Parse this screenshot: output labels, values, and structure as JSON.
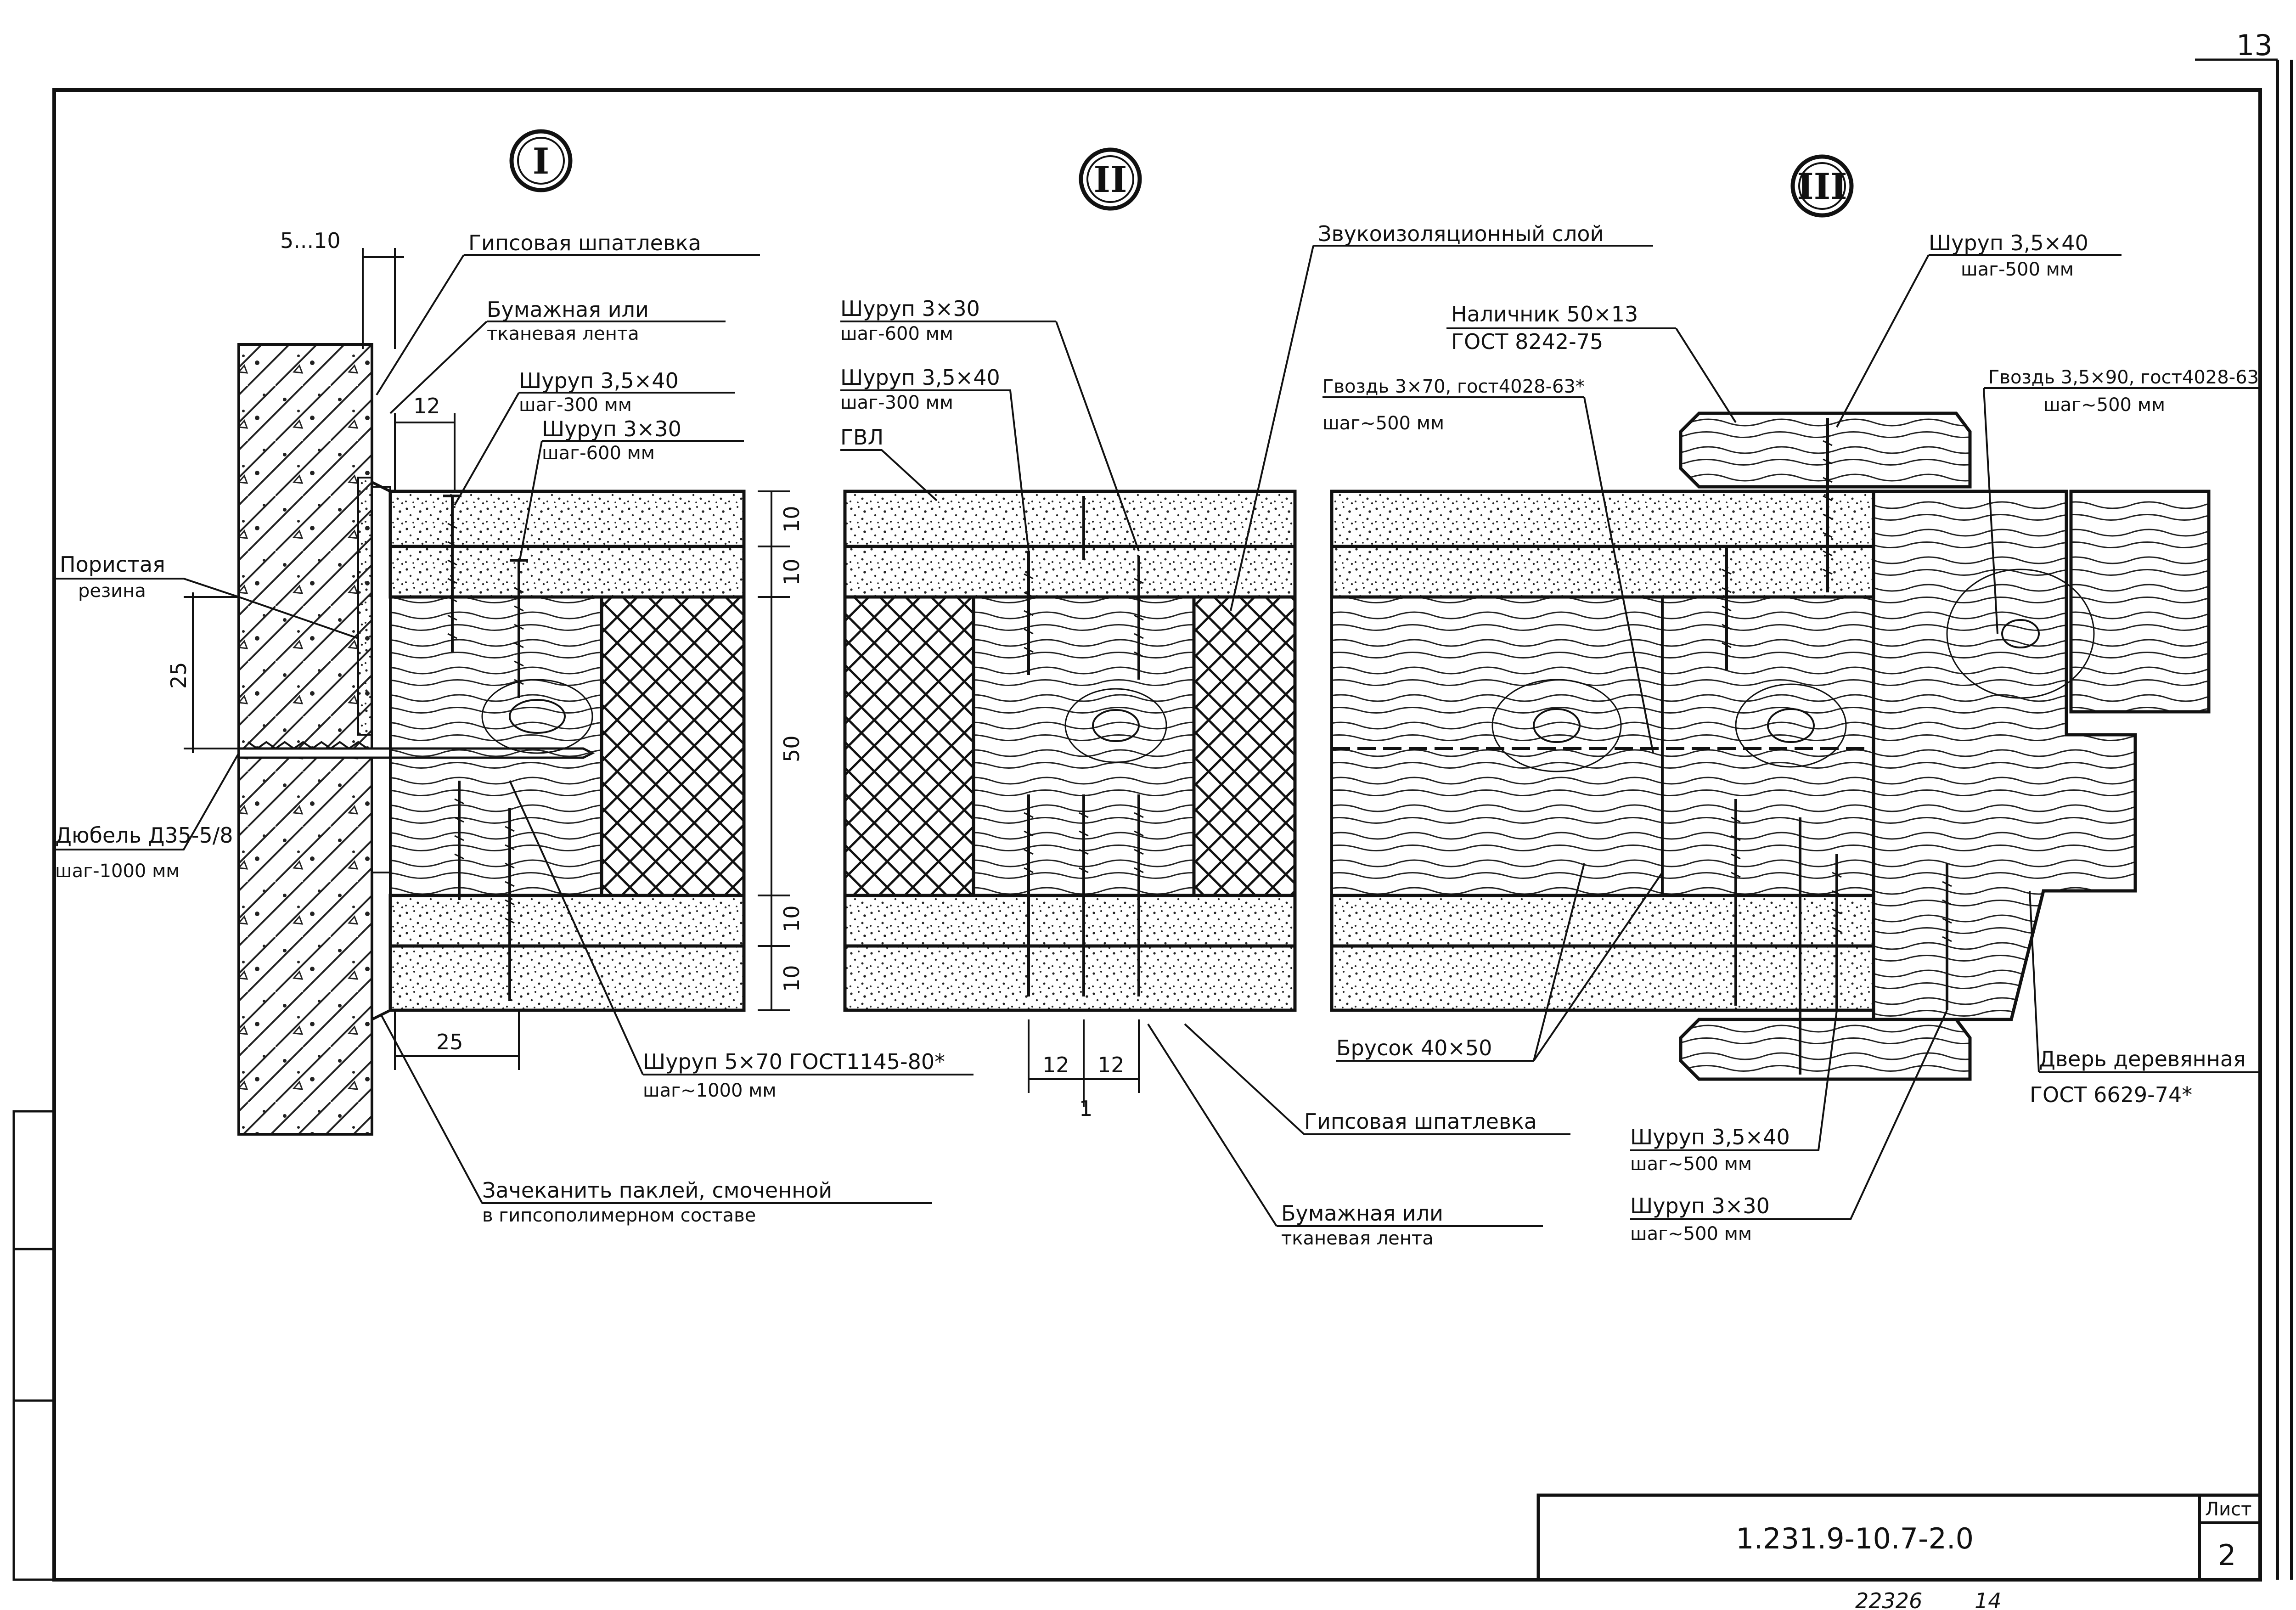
{
  "sheet": {
    "page_number": "13",
    "code": "1.231.9-10.7-2.0",
    "list_label": "Лист",
    "list_number": "2",
    "footer_inventory": "22326",
    "footer_extra": "14"
  },
  "sections": [
    {
      "mark": "I"
    },
    {
      "mark": "II"
    },
    {
      "mark": "III"
    }
  ],
  "labels": {
    "putty_top": "Гипсовая шпатлевка",
    "tape_top_1": "Бумажная или",
    "tape_top_2": "тканевая лента",
    "screw_3540_a_1": "Шуруп 3,5×40",
    "screw_3540_a_2": "шаг-300 мм",
    "screw_330_a_1": "Шуруп 3×30",
    "screw_330_a_2": "шаг-600 мм",
    "porous_rubber_1": "Пористая",
    "porous_rubber_2": "резина",
    "dowel_1": "Дюбель Д35-5/8",
    "dowel_2": "шаг-1000 мм",
    "screw_570_1": "Шуруп 5×70 ГОСТ1145-80*",
    "screw_570_2": "шаг~1000 мм",
    "caulk_1": "Зачеканить паклей, смоченной",
    "caulk_2": "в гипсополимерном составе",
    "screw_330_b_1": "Шуруп 3×30",
    "screw_330_b_2": "шаг-600 мм",
    "screw_3540_b_1": "Шуруп 3,5×40",
    "screw_3540_b_2": "шаг-300 мм",
    "gvl": "ГВЛ",
    "sound_layer": "Звукоизоляционный слой",
    "putty_bottom": "Гипсовая шпатлевка",
    "tape_bottom_1": "Бумажная или",
    "tape_bottom_2": "тканевая лента",
    "casing_1": "Наличник 50×13",
    "casing_2": "ГОСТ 8242-75",
    "nail_370_1": "Гвоздь 3×70, гост4028-63*",
    "nail_370_2": "шаг~500 мм",
    "screw_3540_c_1": "Шуруп 3,5×40",
    "screw_3540_c_2": "шаг-500 мм",
    "nail_3590_1": "Гвоздь 3,5×90, гост4028-63",
    "nail_3590_2": "шаг~500 мм",
    "bar_4050": "Брусок 40×50",
    "door_1": "Дверь деревянная",
    "door_2": "ГОСТ 6629-74*",
    "screw_3540_d_1": "Шуруп 3,5×40",
    "screw_3540_d_2": "шаг~500 мм",
    "screw_330_d_1": "Шуруп 3×30",
    "screw_330_d_2": "шаг~500 мм"
  },
  "dimensions": {
    "gap": "5...10",
    "d12_top": "12",
    "d25_left": "25",
    "d25_bottom": "25",
    "d10_a": "10",
    "d10_b": "10",
    "d50": "50",
    "d10_c": "10",
    "d10_d": "10",
    "d12_l": "12",
    "d12_r": "12",
    "d1": "1"
  }
}
